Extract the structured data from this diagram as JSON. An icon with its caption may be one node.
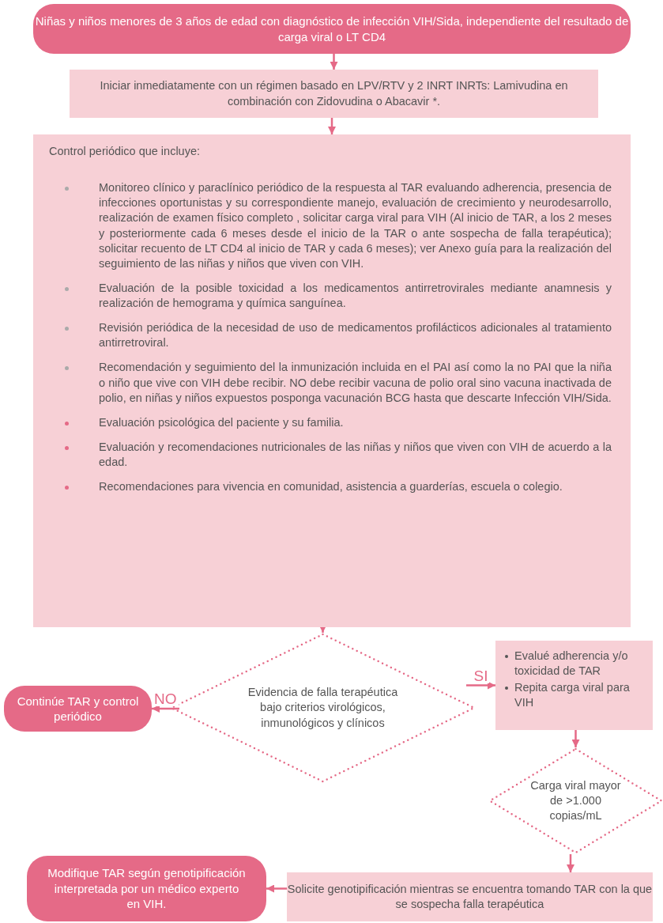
{
  "diagram": {
    "nodes": [
      {
        "text": [
          "Niñas  y  niños menores de  3  años  de edad con diagnóstico de infección VIH/Sida, independiente del resultado de carga  viral o LT CD4"
        ]
      },
      {
        "text": [
          "Iniciar inmediatamente con un régimen basado en LPV/RTV y 2 INRT INRTs: Lamivudina en combinación con Zidovudina o Abacavir *."
        ]
      },
      {
        "text": [
          "Control periódico que incluye:",
          "Monitoreo clínico y paraclínico periódico de la respuesta al TAR evaluando  adherencia, presencia de infecciones oportunistas y su correspondiente manejo, evaluación de crecimiento y neurodesarrollo, realización de examen físico completo , solicitar carga  viral para VIH (Al inicio  de TAR, a los 2  meses  y  posteriormente  cada  6  meses desde el inicio de  la TAR o ante sospecha de falla  terapéutica); solicitar recuento de LT CD4 al inicio  de  TAR  y cada  6  meses); ver Anexo guía para la realización del seguimiento de las niñas y niños que viven con VIH.",
          "Evaluación de la posible toxicidad a los medicamentos antirretrovirales mediante anamnesis y realización de hemograma y química sanguínea.",
          "Revisión  periódica de la necesidad de uso de medicamentos profilácticos adicionales al tratamiento antirretroviral.",
          "Recomendación y seguimiento del la inmunización incluida en el PAI así como la no PAI que la niña o niño que vive con VIH debe recibir. NO debe recibir vacuna de polio oral  sino vacuna inactivada de polio, en niñas y niños expuestos posponga vacunación  BCG hasta que descarte Infección VIH/Sida.",
          "Evaluación psicológica del paciente y su familia.",
          "Evaluación y recomendaciones nutricionales de las niñas y niños que viven con VIH de acuerdo a la edad.",
          "Recomendaciones para vivencia en comunidad, asistencia a guarderías, escuela o colegio."
        ]
      },
      {
        "text": [
          "Evidencia de falla terapéutica bajo criterios virológicos, inmunológicos y clínicos"
        ]
      },
      {
        "text": [
          "Continúe TAR  y control periódico"
        ]
      },
      {
        "text": [
          "Evalué adherencia y/o toxicidad de TAR",
          "Repita carga viral para VIH"
        ]
      },
      {
        "text": [
          "Carga viral mayor de >1.000 copias/mL"
        ]
      },
      {
        "text": [
          "Solicite genotipificación  mientras se encuentra tomando TAR con la que se sospecha falla terapéutica"
        ]
      },
      {
        "text": [
          "Modifique TAR según genotipificación interpretada por un médico experto en VIH."
        ]
      }
    ],
    "edges": [
      {
        "from": 0,
        "to": 1,
        "arrow": "to"
      },
      {
        "from": 1,
        "to": 2,
        "arrow": "to"
      },
      {
        "from": 2,
        "to": 3,
        "arrow": "to"
      },
      {
        "from": 3,
        "to": 4,
        "arrow": "to",
        "label": "NO"
      },
      {
        "from": 3,
        "to": 5,
        "arrow": "to",
        "label": "SI"
      },
      {
        "from": 5,
        "to": 6,
        "arrow": "to"
      },
      {
        "from": 6,
        "to": 7,
        "arrow": "to"
      },
      {
        "from": 7,
        "to": 8,
        "arrow": "to"
      }
    ]
  }
}
